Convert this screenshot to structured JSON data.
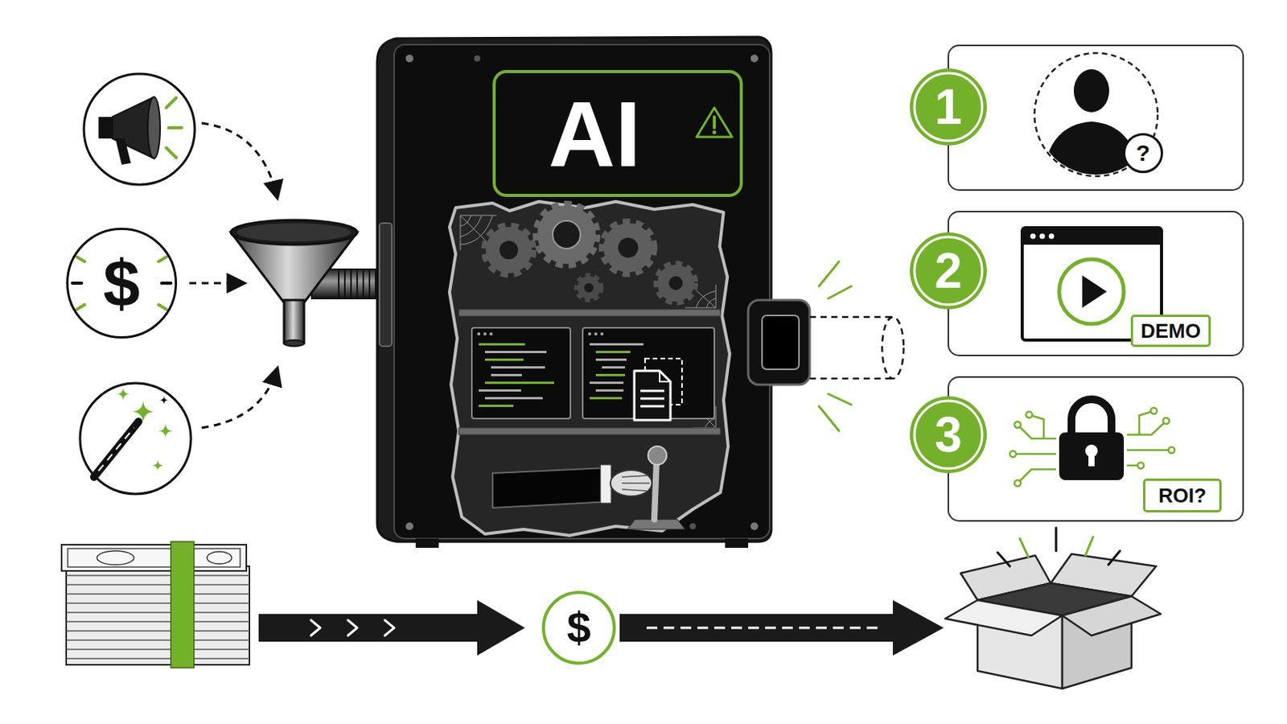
{
  "diagram": {
    "nodes": [
      {
        "text": [
          "AI"
        ]
      },
      {
        "text": [
          "$"
        ]
      },
      {
        "text": [
          "1"
        ]
      },
      {
        "text": [
          "?"
        ]
      },
      {
        "text": [
          "2"
        ]
      },
      {
        "text": [
          "DEMO"
        ]
      },
      {
        "text": [
          "3"
        ]
      },
      {
        "text": [
          "ROI?"
        ]
      },
      {
        "text": [
          "$"
        ]
      }
    ]
  }
}
